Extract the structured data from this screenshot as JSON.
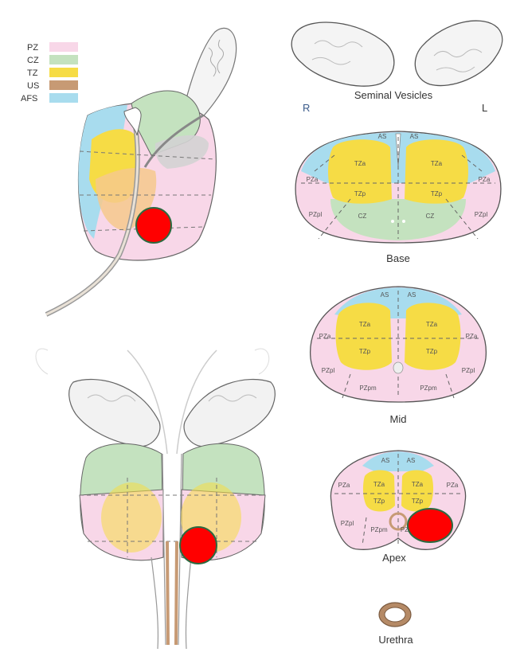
{
  "legend": {
    "items": [
      {
        "label": "PZ",
        "color": "#f8d7e8"
      },
      {
        "label": "CZ",
        "color": "#c4e2bf"
      },
      {
        "label": "TZ",
        "color": "#f6dc45"
      },
      {
        "label": "US",
        "color": "#c79a74"
      },
      {
        "label": "AFS",
        "color": "#a8dcee"
      }
    ]
  },
  "seminal_vesicles": {
    "label": "Seminal Vesicles",
    "right": "R",
    "left": "L"
  },
  "sections": {
    "base": {
      "caption": "Base",
      "zones": {
        "as_r": "AS",
        "as_l": "AS",
        "tza_r": "TZa",
        "tza_l": "TZa",
        "tzp_r": "TZp",
        "tzp_l": "TZp",
        "pza_r": "PZa",
        "pza_l": "PZa",
        "pzpl_r": "PZpl",
        "pzpl_l": "PZpl",
        "cz_r": "CZ",
        "cz_l": "CZ"
      }
    },
    "mid": {
      "caption": "Mid",
      "zones": {
        "as_r": "AS",
        "as_l": "AS",
        "tza_r": "TZa",
        "tza_l": "TZa",
        "tzp_r": "TZp",
        "tzp_l": "TZp",
        "pza_r": "PZa",
        "pza_l": "PZa",
        "pzpl_r": "PZpl",
        "pzpl_l": "PZpl",
        "pzpm_r": "PZpm",
        "pzpm_l": "PZpm"
      }
    },
    "apex": {
      "caption": "Apex",
      "zones": {
        "as_r": "AS",
        "as_l": "AS",
        "tza_r": "TZa",
        "tza_l": "TZa",
        "tzp_r": "TZp",
        "tzp_l": "TZp",
        "pza_r": "PZa",
        "pza_l": "PZa",
        "pzpl_r": "PZpl",
        "pzpm_r": "PZpm",
        "pzpm_l": "PZ"
      }
    }
  },
  "urethra": {
    "caption": "Urethra"
  },
  "colors": {
    "pz": "#f8d7e8",
    "cz": "#c4e2bf",
    "tz": "#f6dc45",
    "us": "#c79a74",
    "afs": "#a8dcee",
    "lesion": "#ff0000"
  }
}
